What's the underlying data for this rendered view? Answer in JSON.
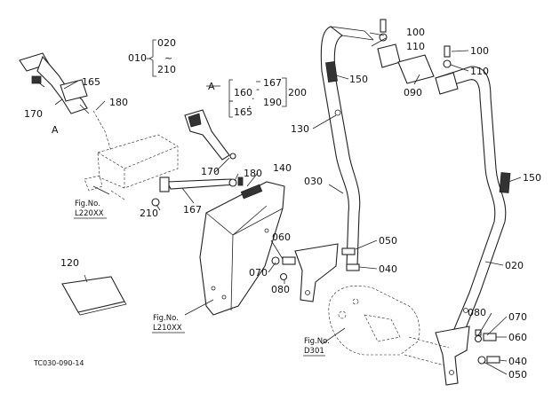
{
  "callouts": [
    {
      "id": "010",
      "text": "010"
    },
    {
      "id": "020a",
      "text": "020"
    },
    {
      "id": "210a",
      "text": "210"
    },
    {
      "id": "tilde",
      "text": "~"
    },
    {
      "id": "A1",
      "text": "A"
    },
    {
      "id": "160",
      "text": "160"
    },
    {
      "id": "165b",
      "text": "165"
    },
    {
      "id": "167a",
      "text": "167"
    },
    {
      "id": "190",
      "text": "190"
    },
    {
      "id": "200",
      "text": "200"
    },
    {
      "id": "165a",
      "text": "165"
    },
    {
      "id": "180a",
      "text": "180"
    },
    {
      "id": "170a",
      "text": "170"
    },
    {
      "id": "A2",
      "text": "A"
    },
    {
      "id": "100a",
      "text": "100"
    },
    {
      "id": "110a",
      "text": "110"
    },
    {
      "id": "100b",
      "text": "100"
    },
    {
      "id": "110b",
      "text": "110"
    },
    {
      "id": "150a",
      "text": "150"
    },
    {
      "id": "090",
      "text": "090"
    },
    {
      "id": "130",
      "text": "130"
    },
    {
      "id": "170b",
      "text": "170"
    },
    {
      "id": "180b",
      "text": "180"
    },
    {
      "id": "140",
      "text": "140"
    },
    {
      "id": "030",
      "text": "030"
    },
    {
      "id": "150b",
      "text": "150"
    },
    {
      "id": "210b",
      "text": "210"
    },
    {
      "id": "167b",
      "text": "167"
    },
    {
      "id": "060a",
      "text": "060"
    },
    {
      "id": "050a",
      "text": "050"
    },
    {
      "id": "070a",
      "text": "070"
    },
    {
      "id": "040a",
      "text": "040"
    },
    {
      "id": "080a",
      "text": "080"
    },
    {
      "id": "020b",
      "text": "020"
    },
    {
      "id": "120",
      "text": "120"
    },
    {
      "id": "080b",
      "text": "080"
    },
    {
      "id": "070b",
      "text": "070"
    },
    {
      "id": "060b",
      "text": "060"
    },
    {
      "id": "040b",
      "text": "040"
    },
    {
      "id": "050b",
      "text": "050"
    }
  ],
  "fig_refs": [
    {
      "id": "L220XX",
      "title": "Fig.No.",
      "code": "L220XX"
    },
    {
      "id": "L210XX",
      "title": "Fig.No.",
      "code": "L210XX"
    },
    {
      "id": "D301",
      "title": "Fig.No.",
      "code": "D301"
    }
  ],
  "dot": "·",
  "drawing_code": "TC030-090-14"
}
